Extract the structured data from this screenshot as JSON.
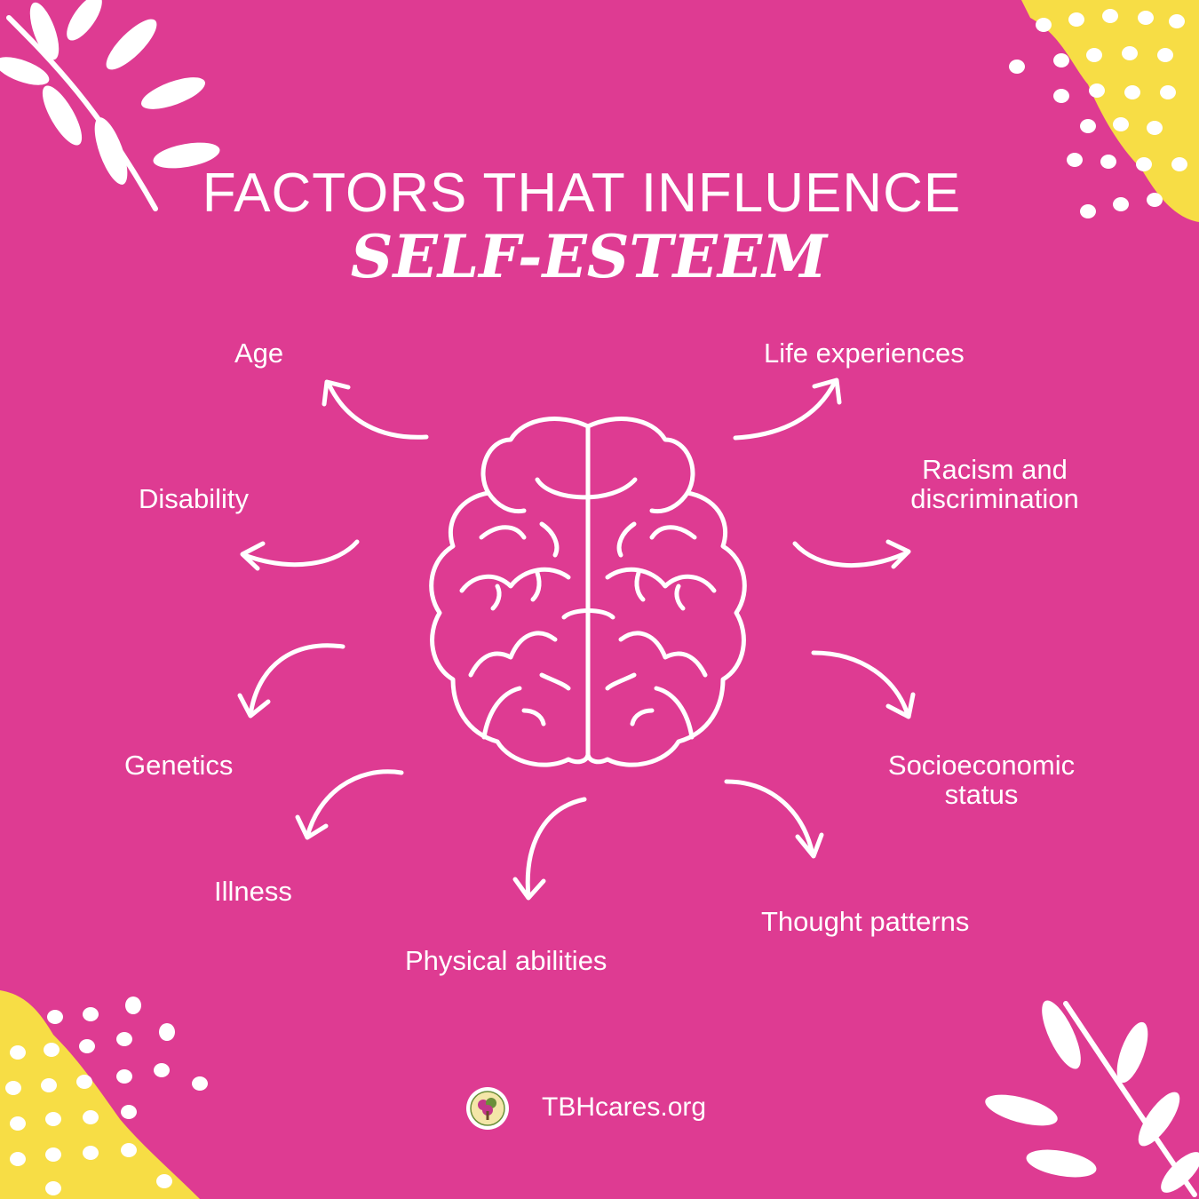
{
  "title": {
    "line1": "FACTORS THAT INFLUENCE",
    "line2": "SELF-ESTEEM"
  },
  "factors": {
    "age": "Age",
    "life_experiences": "Life experiences",
    "disability": "Disability",
    "racism_line1": "Racism and",
    "racism_line2": "discrimination",
    "genetics": "Genetics",
    "socioeconomic_line1": "Socioeconomic",
    "socioeconomic_line2": "status",
    "illness": "Illness",
    "thought_patterns": "Thought patterns",
    "physical_abilities": "Physical abilities"
  },
  "footer": {
    "website": "TBHcares.org"
  },
  "colors": {
    "background": "#de3b92",
    "accent_yellow": "#f7dd45",
    "foreground": "#ffffff"
  },
  "icons": [
    "brain-icon",
    "arrow-icon",
    "leaf-branch-icon",
    "dot-pattern",
    "logo-seal"
  ]
}
